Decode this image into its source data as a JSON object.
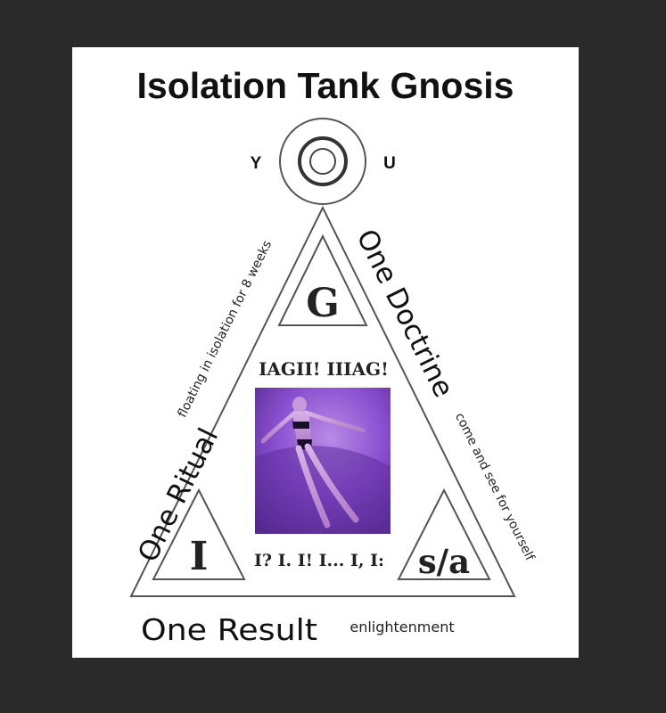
{
  "title": "Isolation Tank Gnosis",
  "you": {
    "left": "Y",
    "right": "U"
  },
  "sides": {
    "left": {
      "label": "One Ritual",
      "note": "floating in isolation for 8 weeks"
    },
    "right": {
      "label": "One Doctrine",
      "note": "come and see for yourself"
    },
    "bottom": {
      "label": "One Result",
      "note": "enlightenment"
    }
  },
  "corners": {
    "top": "G",
    "left": "I",
    "right": "s/a"
  },
  "center": {
    "top_text": "IAGII! IIIAG!",
    "bottom_text": "I? I. I! I... I, I:"
  },
  "colors": {
    "background": "#2a2a2a",
    "card": "#ffffff",
    "lines": "#555555",
    "photo": "#8a4fd0"
  }
}
